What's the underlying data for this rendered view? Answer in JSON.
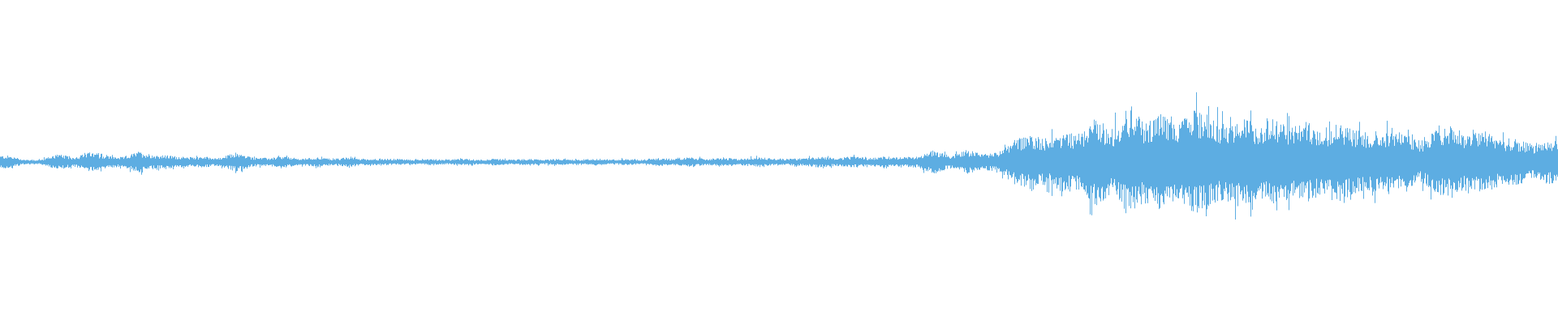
{
  "chart_data": {
    "type": "area",
    "title": "",
    "xlabel": "",
    "ylabel": "",
    "ylim": [
      -1,
      1
    ],
    "grid": false,
    "legend": "none",
    "color": "#5dade2",
    "series": [
      {
        "envelope_peak_amplitude": [
          0.04,
          0.015,
          0.015,
          0.05,
          0.03,
          0.06,
          0.04,
          0.03,
          0.065,
          0.045,
          0.04,
          0.03,
          0.035,
          0.025,
          0.06,
          0.03,
          0.025,
          0.035,
          0.02,
          0.03,
          0.02,
          0.03,
          0.02,
          0.02,
          0.02,
          0.015,
          0.02,
          0.015,
          0.02,
          0.015,
          0.02,
          0.015,
          0.02,
          0.015,
          0.02,
          0.015,
          0.02,
          0.015,
          0.02,
          0.015,
          0.025,
          0.02,
          0.03,
          0.02,
          0.025,
          0.02,
          0.03,
          0.025,
          0.02,
          0.025,
          0.035,
          0.025,
          0.035,
          0.025,
          0.035,
          0.03,
          0.035,
          0.075,
          0.04,
          0.075,
          0.05,
          0.06,
          0.14,
          0.175,
          0.15,
          0.19,
          0.175,
          0.275,
          0.2,
          0.34,
          0.25,
          0.31,
          0.225,
          0.325,
          0.3,
          0.225,
          0.3,
          0.225,
          0.275,
          0.225,
          0.25,
          0.2,
          0.25,
          0.2,
          0.19,
          0.2,
          0.175,
          0.125,
          0.2,
          0.225,
          0.175,
          0.19,
          0.15,
          0.14,
          0.11,
          0.14
        ]
      }
    ]
  }
}
